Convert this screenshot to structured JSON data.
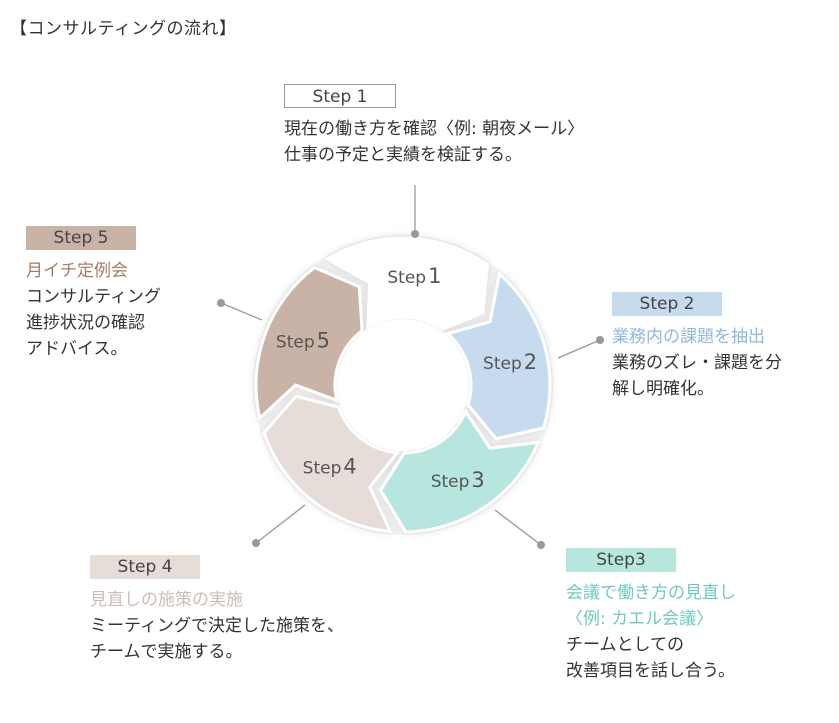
{
  "title": "【コンサルティングの流れ】",
  "colors": {
    "step1": "#ffffff",
    "step2": "#c7dbef",
    "step3": "#b7e6df",
    "step4": "#e6dcd8",
    "step5": "#c9b3a6",
    "connector": "#999999"
  },
  "steps": [
    {
      "badge": "Step 1",
      "seg_word": "Step",
      "seg_num": "1",
      "lines": [
        "現在の働き方を確認〈例: 朝夜メール〉",
        "仕事の予定と実績を検証する。"
      ]
    },
    {
      "badge": "Step 2",
      "seg_word": "Step",
      "seg_num": "2",
      "caption": "業務内の課題を抽出",
      "lines": [
        "業務のズレ・課題を分",
        "解し明確化。"
      ]
    },
    {
      "badge": "Step3",
      "seg_word": "Step",
      "seg_num": "3",
      "caption": "会議で働き方の見直し",
      "caption2": "〈例: カエル会議〉",
      "lines": [
        "チームとしての",
        "改善項目を話し合う。"
      ]
    },
    {
      "badge": "Step 4",
      "seg_word": "Step",
      "seg_num": "4",
      "caption": "見直しの施策の実施",
      "lines": [
        "ミーティングで決定した施策を、",
        "チームで実施する。"
      ]
    },
    {
      "badge": "Step 5",
      "seg_word": "Step",
      "seg_num": "5",
      "caption": "月イチ定例会",
      "lines": [
        "コンサルティング",
        "進捗状況の確認",
        "アドバイス。"
      ]
    }
  ]
}
